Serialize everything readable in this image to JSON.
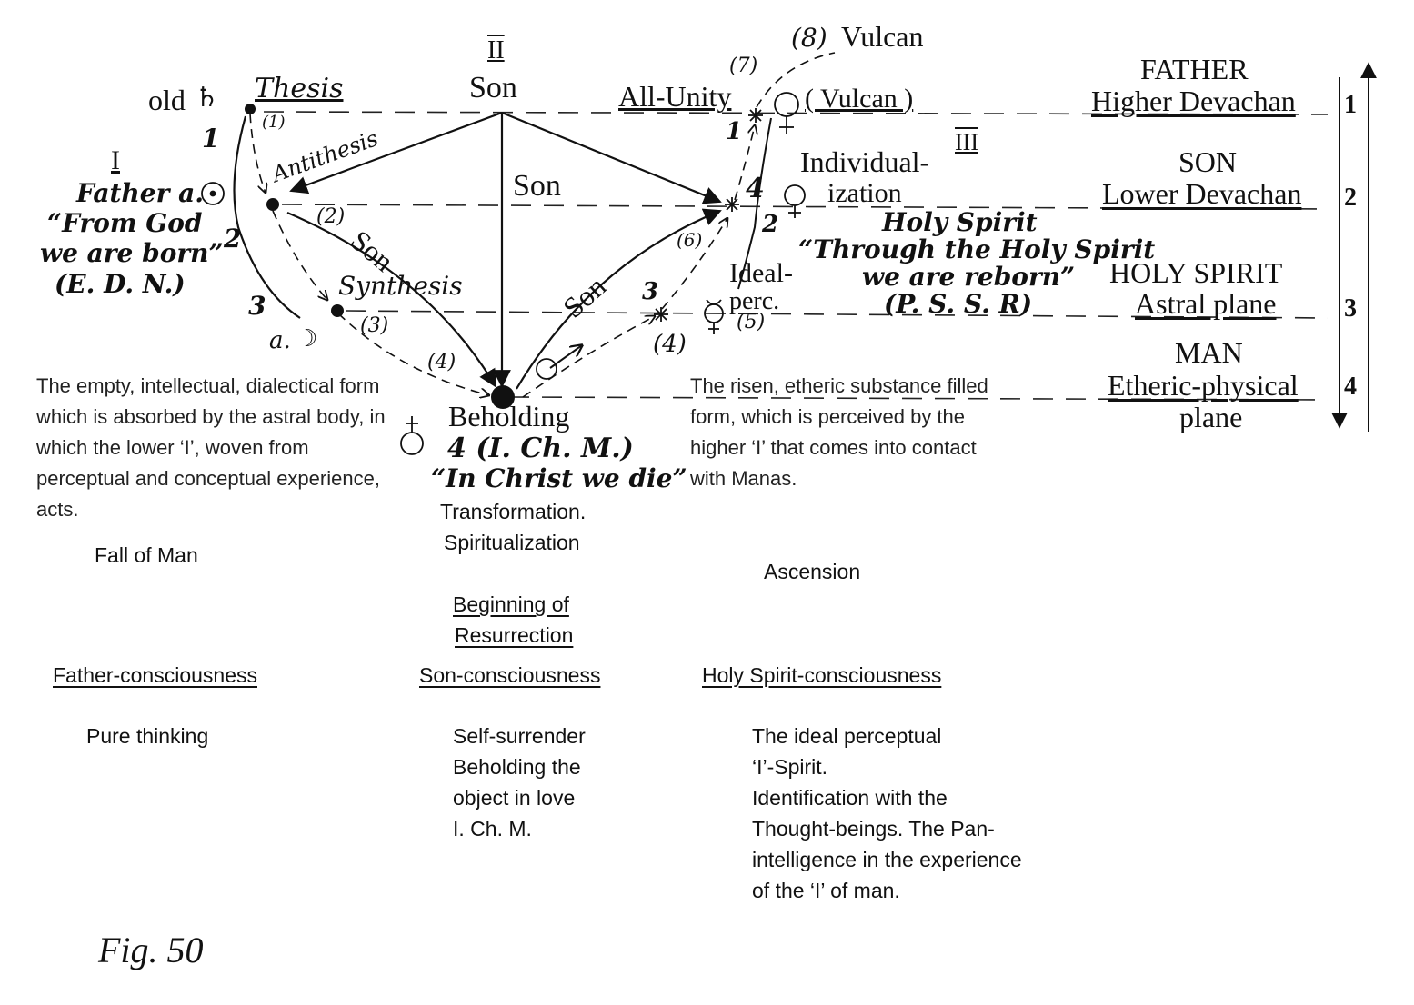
{
  "numerals": {
    "ii": "II",
    "i": "I",
    "iii": "III"
  },
  "nodes": {
    "thesis": "Thesis",
    "antithesis": "Antithesis",
    "synthesis": "Synthesis",
    "son_top": "Son",
    "all_unity": "All-Unity",
    "vulcan_outer": "Vulcan",
    "vulcan_inner": "( Vulcan )",
    "individualization_1": "Individual-",
    "individualization_2": "ization",
    "ideal_1": "Ideal-",
    "ideal_2": "perc.",
    "beholding": "Beholding",
    "son_edge_center": "Son",
    "son_edge_left": "Son",
    "son_edge_right": "Son"
  },
  "markers": {
    "old_saturn": "old",
    "p1": "(1)",
    "p2": "(2)",
    "p3": "(3)",
    "p4": "(4)",
    "p4b": "(4)",
    "p5": "(5)",
    "p6": "(6)",
    "p7": "(7)",
    "p8": "(8)",
    "n1_left": "1",
    "n2_left": "2",
    "n3_left": "3",
    "n1_right": "1",
    "n2_right": "2",
    "n3_right": "3",
    "n4_right": "4",
    "moon_a": "a."
  },
  "left_block": {
    "father": "Father a.",
    "quote_1": "“From God",
    "quote_2": "we are born”",
    "source": "(E. D. N.)"
  },
  "center_block": {
    "four": "4 (I. Ch. M.)",
    "quote": "“In Christ we die”",
    "transformation": "Transformation.",
    "spiritualization": "Spiritualization",
    "beginning_1": "Beginning of",
    "beginning_2": "Resurrection"
  },
  "right_mid_block": {
    "holy_spirit": "Holy Spirit",
    "quote_1": "“Through the Holy Spirit",
    "quote_2": "we are reborn”",
    "source": "(P. S. S. R)"
  },
  "planes": [
    {
      "name": "FATHER",
      "plane": "Higher Devachan",
      "num": "1"
    },
    {
      "name": "SON",
      "plane": "Lower Devachan",
      "num": "2"
    },
    {
      "name": "HOLY SPIRIT",
      "plane": "Astral plane",
      "num": "3"
    },
    {
      "name": "MAN",
      "plane": "Etheric-physical",
      "plane2": "plane",
      "num": "4"
    }
  ],
  "descriptions": {
    "left": "The empty, intellectual, dialectical form which is absorbed by the astral body, in which the lower ‘I’, woven from perceptual and conceptual experience, acts.",
    "right": "The risen, etheric substance filled form, which is perceived by the higher ‘I’ that comes into contact with Manas."
  },
  "labels": {
    "fall": "Fall of Man",
    "ascension": "Ascension"
  },
  "consciousness": {
    "father": "Father-consciousness",
    "son": "Son-consciousness",
    "holy_spirit": "Holy Spirit-consciousness"
  },
  "bottom": {
    "pure_thinking": "Pure thinking",
    "son_lines": [
      "Self-surrender",
      "Beholding the",
      "object in love",
      "I. Ch. M."
    ],
    "hs_lines": [
      "The ideal perceptual",
      "‘I’-Spirit.",
      "Identification with the",
      "Thought-beings. The Pan-",
      "intelligence in the experience",
      "of the ‘I’ of man."
    ]
  },
  "caption": "Fig. 50"
}
